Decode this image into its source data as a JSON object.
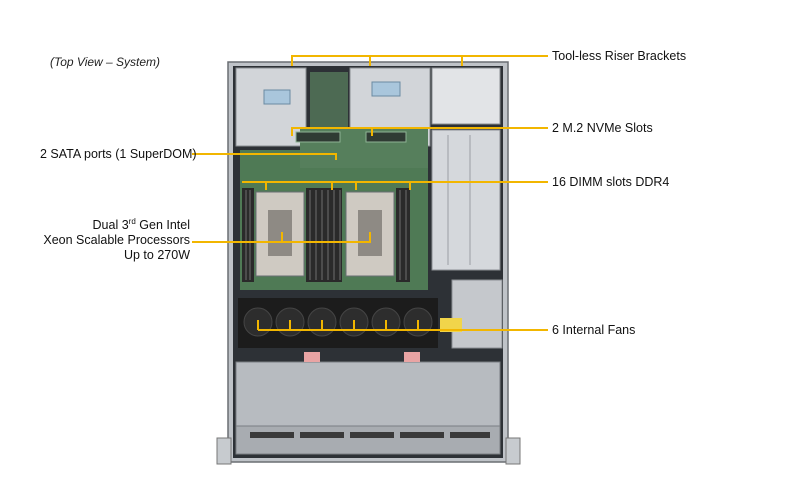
{
  "caption": "(Top View – System)",
  "callouts": {
    "riser": "Tool-less Riser Brackets",
    "nvme": "2 M.2 NVMe Slots",
    "sata": "2 SATA ports (1 SuperDOM)",
    "dimm": "16 DIMM slots DDR4",
    "cpu_line1_pre": "Dual 3",
    "cpu_line1_sup": "rd",
    "cpu_line1_post": " Gen Intel",
    "cpu_line2": "Xeon Scalable Processors",
    "cpu_line3": "Up to 270W",
    "fans": "6 Internal  Fans"
  },
  "colors": {
    "leader": "#f2b600",
    "chassis": "#c9ccd0",
    "board": "#4f7a55",
    "fan": "#1c1c1c",
    "psu": "#d8dadd"
  }
}
